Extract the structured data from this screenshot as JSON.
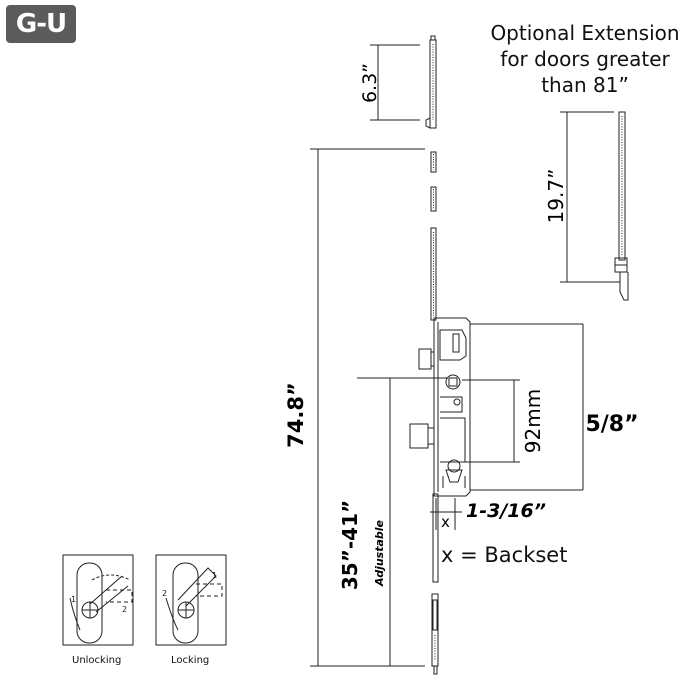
{
  "logo": {
    "text": "G-U"
  },
  "extension": {
    "title_lines": [
      "Optional Extension",
      "for doors greater",
      "than 81”"
    ],
    "length": "19.7”"
  },
  "dimensions": {
    "top_section": "6.3”",
    "overall": "74.8”",
    "handle_height": "35”-41”",
    "handle_height_note": "Adjustable",
    "spindle_to_cylinder": "92mm",
    "faceplate_width": "5/8”",
    "backset_value": "1-3/16”",
    "backset_marker": "x"
  },
  "legend": {
    "backset": "x = Backset"
  },
  "operation_icons": [
    {
      "label": "Unlocking",
      "icon": "unlocking-handle-icon"
    },
    {
      "label": "Locking",
      "icon": "locking-handle-icon"
    }
  ]
}
